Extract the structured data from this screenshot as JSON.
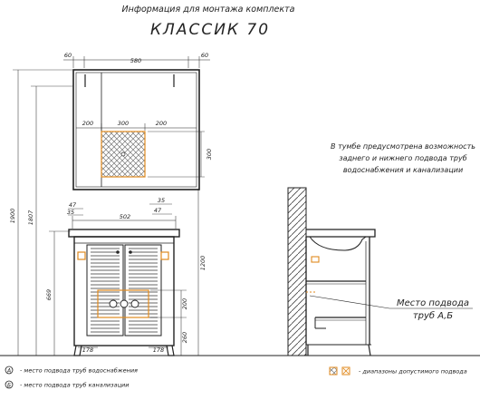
{
  "header": {
    "subtitle": "Информация для монтажа комплекта",
    "title": "КЛАССИК 70"
  },
  "dimensions": {
    "mirror_left": "60",
    "mirror_width": "580",
    "mirror_right": "60",
    "zone_left": "200",
    "zone_width": "300",
    "zone_right": "200",
    "zone_height": "300",
    "height_total": "1900",
    "height_mirror": "1807",
    "height_sink": "1200",
    "height_cabinet": "669",
    "pipe_zone_height": "200",
    "pipe_zone_bottom": "260",
    "bottom_left": "178",
    "bottom_right": "178",
    "sink_width": "502",
    "left_offset_a": "47",
    "left_offset_b": "35",
    "right_offset_a": "35",
    "right_offset_b": "47"
  },
  "notes": {
    "cabinet_note": [
      "В тумбе предусмотрена возможность",
      "заднего и нижнего подвода труб",
      "водоснабжения и канализации"
    ],
    "pipe_place": "Место подвода",
    "pipe_ab": "труб А,Б"
  },
  "legend": {
    "a_mark": "А",
    "a_text": "- место подвода труб водоснабжения",
    "b_mark": "Б",
    "b_text": "- место подвода труб канализации",
    "zone_text": "- диапазоны допустимого подвода"
  },
  "colors": {
    "line": "#222222",
    "accent": "#e08a1e",
    "hatch": "#6a6a6a"
  }
}
